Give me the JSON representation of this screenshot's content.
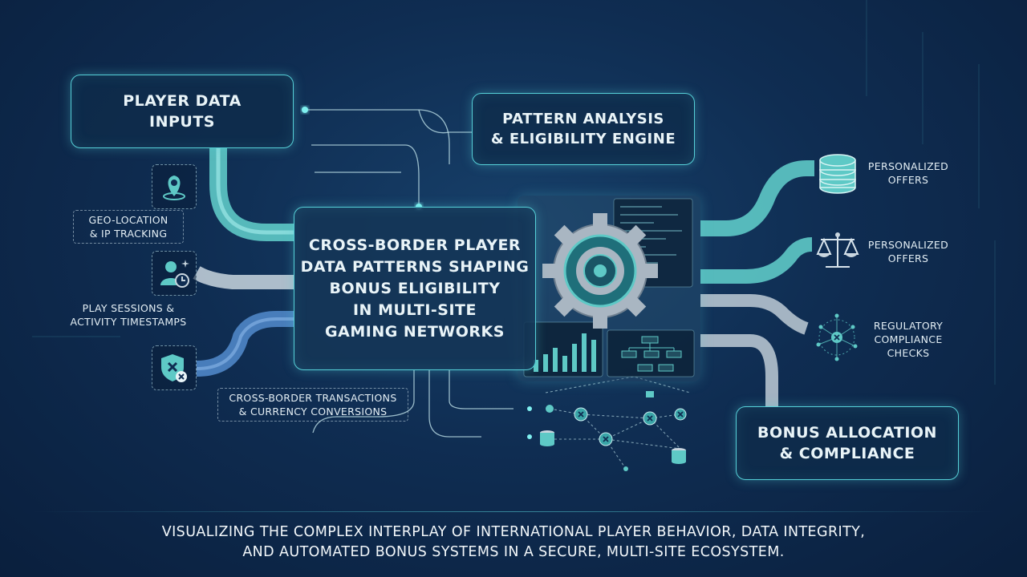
{
  "boxes": {
    "player": "Player Data\nInputs",
    "pattern": "Pattern Analysis\n& Eligibility Engine",
    "center": "Cross-Border Player\nData Patterns Shaping\nBonus Eligibility\nin Multi-Site\nGaming Networks",
    "bonus": "Bonus Allocation\n& Compliance"
  },
  "inputs": {
    "geo": "Geo-Location\n& IP Tracking",
    "play": "Play Sessions &\nActivity Timestamps",
    "cross": "Cross-Border Transactions\n& Currency Conversions"
  },
  "outputs": {
    "offers_1": "Personalized\nOffers",
    "offers_2": "Personalized\nOffers",
    "regulatory": "Regulatory\nCompliance\nChecks"
  },
  "icons": {
    "geo": "location-pin-icon",
    "play": "user-clock-icon",
    "shield": "shield-x-icon",
    "coins": "coin-stack-icon",
    "scale": "balance-scale-icon",
    "network": "network-nodes-icon",
    "gears": "gear-icon",
    "database": "database-icon"
  },
  "footer": "Visualizing the complex interplay of international player behavior, data integrity,\nand automated bonus systems in a secure, multi-site ecosystem.",
  "colors": {
    "background": "#0f2d52",
    "accent_teal": "#56d0d8",
    "pipe_teal": "#5ec9c6",
    "pipe_silver": "#c9d6df",
    "pipe_blue": "#4f86c6",
    "text": "#e9f4f8"
  }
}
